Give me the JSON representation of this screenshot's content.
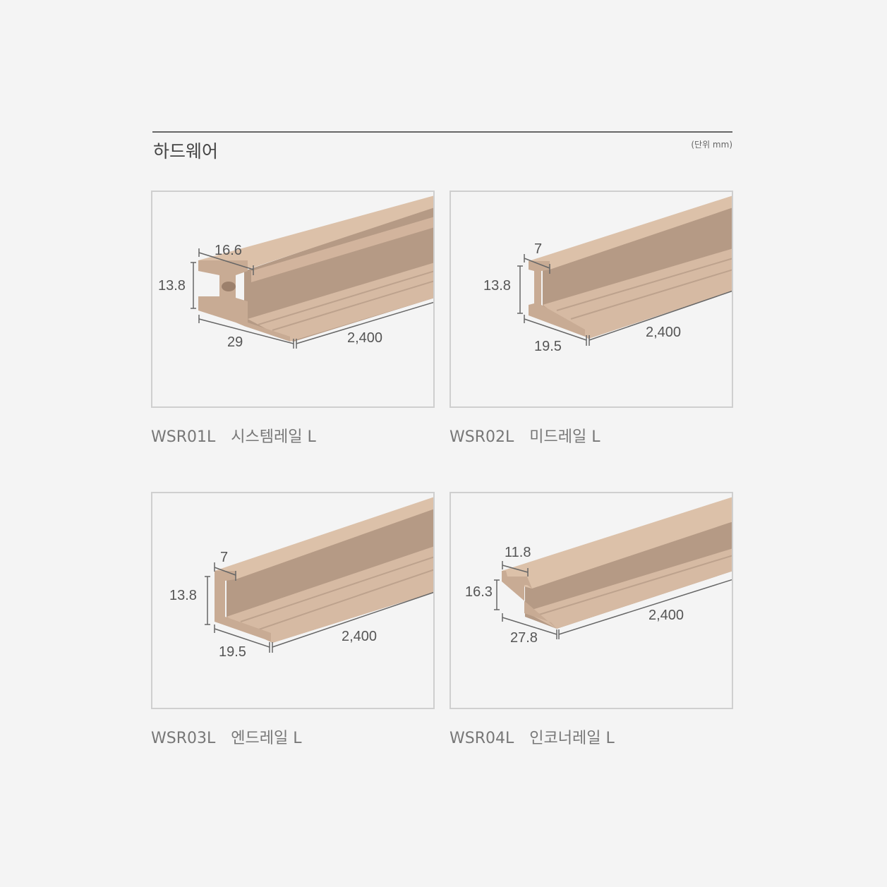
{
  "header": {
    "title": "하드웨어",
    "unit": "(단위 mm)"
  },
  "products": [
    {
      "code": "WSR01L",
      "name": "시스템레일 L",
      "dims": {
        "top": "16.6",
        "height": "13.8",
        "width": "29",
        "length": "2,400"
      }
    },
    {
      "code": "WSR02L",
      "name": "미드레일 L",
      "dims": {
        "top": "7",
        "height": "13.8",
        "width": "19.5",
        "length": "2,400"
      }
    },
    {
      "code": "WSR03L",
      "name": "엔드레일 L",
      "dims": {
        "top": "7",
        "height": "13.8",
        "width": "19.5",
        "length": "2,400"
      }
    },
    {
      "code": "WSR04L",
      "name": "인코너레일 L",
      "dims": {
        "top": "11.8",
        "height": "16.3",
        "width": "27.8",
        "length": "2,400"
      }
    }
  ],
  "colors": {
    "rail_light": "#dcc1a9",
    "rail_mid": "#c8ab94",
    "rail_dark": "#a88d79",
    "border": "#cfcfcf"
  }
}
